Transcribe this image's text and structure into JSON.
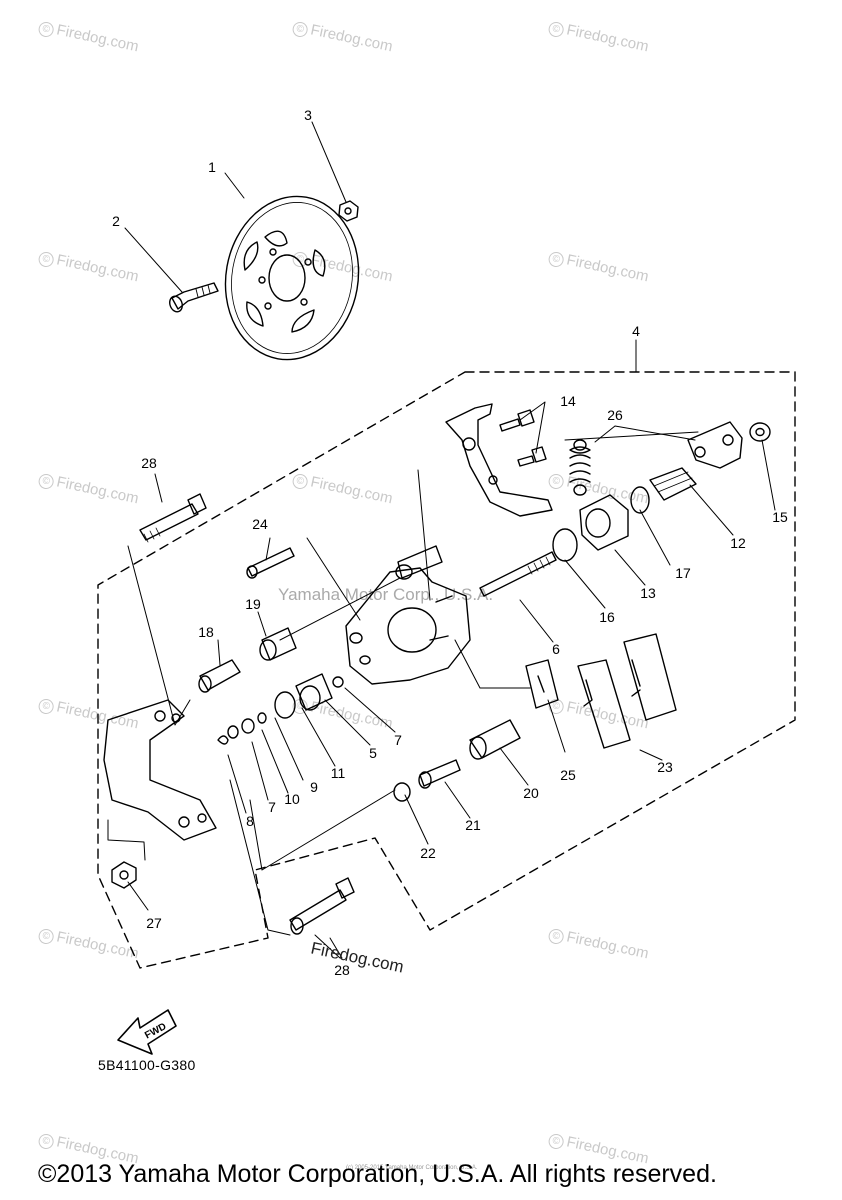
{
  "watermark_text": "Firedog.com",
  "watermark_symbol": "©",
  "center_watermark": "Yamaha Motor Corp., U.S.A.",
  "inline_watermark": "Firedog.com",
  "fwd_label": "FWD",
  "diagram_code": "5B41100-G380",
  "copyright": "©2013 Yamaha Motor Corporation, U.S.A. All rights reserved.",
  "tiny_notice": "(c) 2005-2015 Yamaha Motor Corporation, U.S.A.",
  "callouts": [
    {
      "id": "c1",
      "label": "1"
    },
    {
      "id": "c2",
      "label": "2"
    },
    {
      "id": "c3",
      "label": "3"
    },
    {
      "id": "c4",
      "label": "4"
    },
    {
      "id": "c5",
      "label": "5"
    },
    {
      "id": "c6",
      "label": "6"
    },
    {
      "id": "c7a",
      "label": "7"
    },
    {
      "id": "c7b",
      "label": "7"
    },
    {
      "id": "c8",
      "label": "8"
    },
    {
      "id": "c9",
      "label": "9"
    },
    {
      "id": "c10",
      "label": "10"
    },
    {
      "id": "c11",
      "label": "11"
    },
    {
      "id": "c12",
      "label": "12"
    },
    {
      "id": "c13",
      "label": "13"
    },
    {
      "id": "c14",
      "label": "14"
    },
    {
      "id": "c15",
      "label": "15"
    },
    {
      "id": "c16",
      "label": "16"
    },
    {
      "id": "c17",
      "label": "17"
    },
    {
      "id": "c18",
      "label": "18"
    },
    {
      "id": "c19",
      "label": "19"
    },
    {
      "id": "c20",
      "label": "20"
    },
    {
      "id": "c21",
      "label": "21"
    },
    {
      "id": "c22",
      "label": "22"
    },
    {
      "id": "c23",
      "label": "23"
    },
    {
      "id": "c24",
      "label": "24"
    },
    {
      "id": "c25",
      "label": "25"
    },
    {
      "id": "c26",
      "label": "26"
    },
    {
      "id": "c27",
      "label": "27"
    },
    {
      "id": "c28a",
      "label": "28"
    },
    {
      "id": "c28b",
      "label": "28"
    }
  ]
}
